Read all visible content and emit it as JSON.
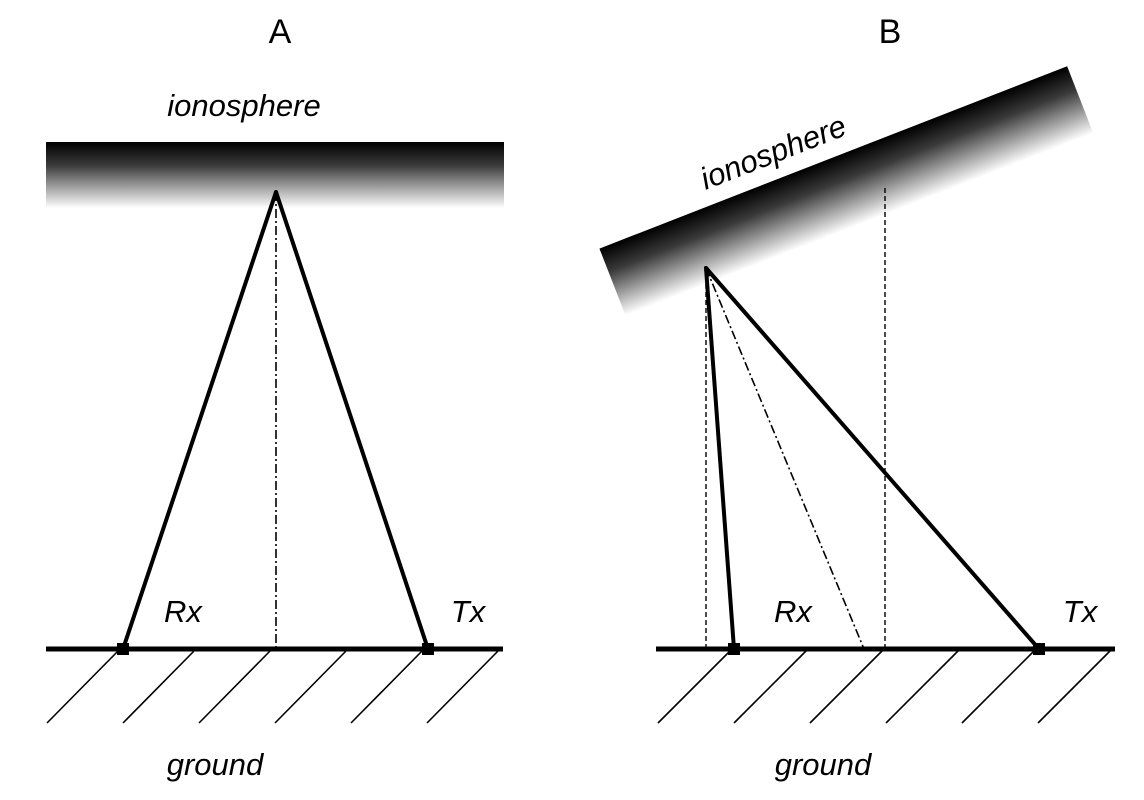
{
  "panel_a": {
    "title": "A",
    "ionosphere_label": "ionosphere",
    "receiver_label": "Rx",
    "transmitter_label": "Tx",
    "ground_label": "ground"
  },
  "panel_b": {
    "title": "B",
    "ionosphere_label": "ionosphere",
    "receiver_label": "Rx",
    "transmitter_label": "Tx",
    "ground_label": "ground"
  },
  "colors": {
    "ionosphere_dark": "#000000",
    "ionosphere_light": "#ffffff",
    "lines": "#000000"
  }
}
